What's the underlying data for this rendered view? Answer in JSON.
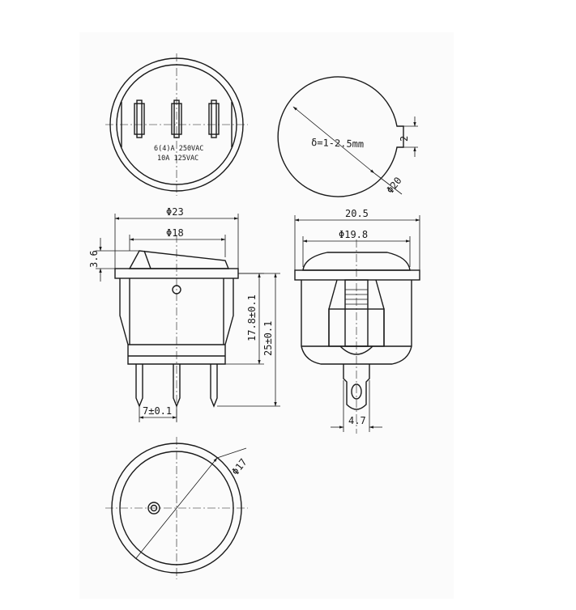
{
  "top_view": {
    "rating_line_1": "6(4)A 250VAC",
    "rating_line_2": "10A 125VAC"
  },
  "panel_cutout": {
    "thickness_label": "δ=1-2.5mm",
    "diameter_label": "Φ20",
    "tab_label": "2"
  },
  "front_view": {
    "width_label": "Φ23",
    "rocker_label": "Φ18",
    "rocker_height_label": "3.6",
    "body_height_label": "17.8±0.1",
    "total_height_label": "25±0.1",
    "pin_pitch_label": "7±0.1"
  },
  "side_view": {
    "width_label": "20.5",
    "cap_label": "Φ19.8",
    "terminal_label": "4.7"
  },
  "bottom_view": {
    "diameter_label": "Φ17"
  }
}
